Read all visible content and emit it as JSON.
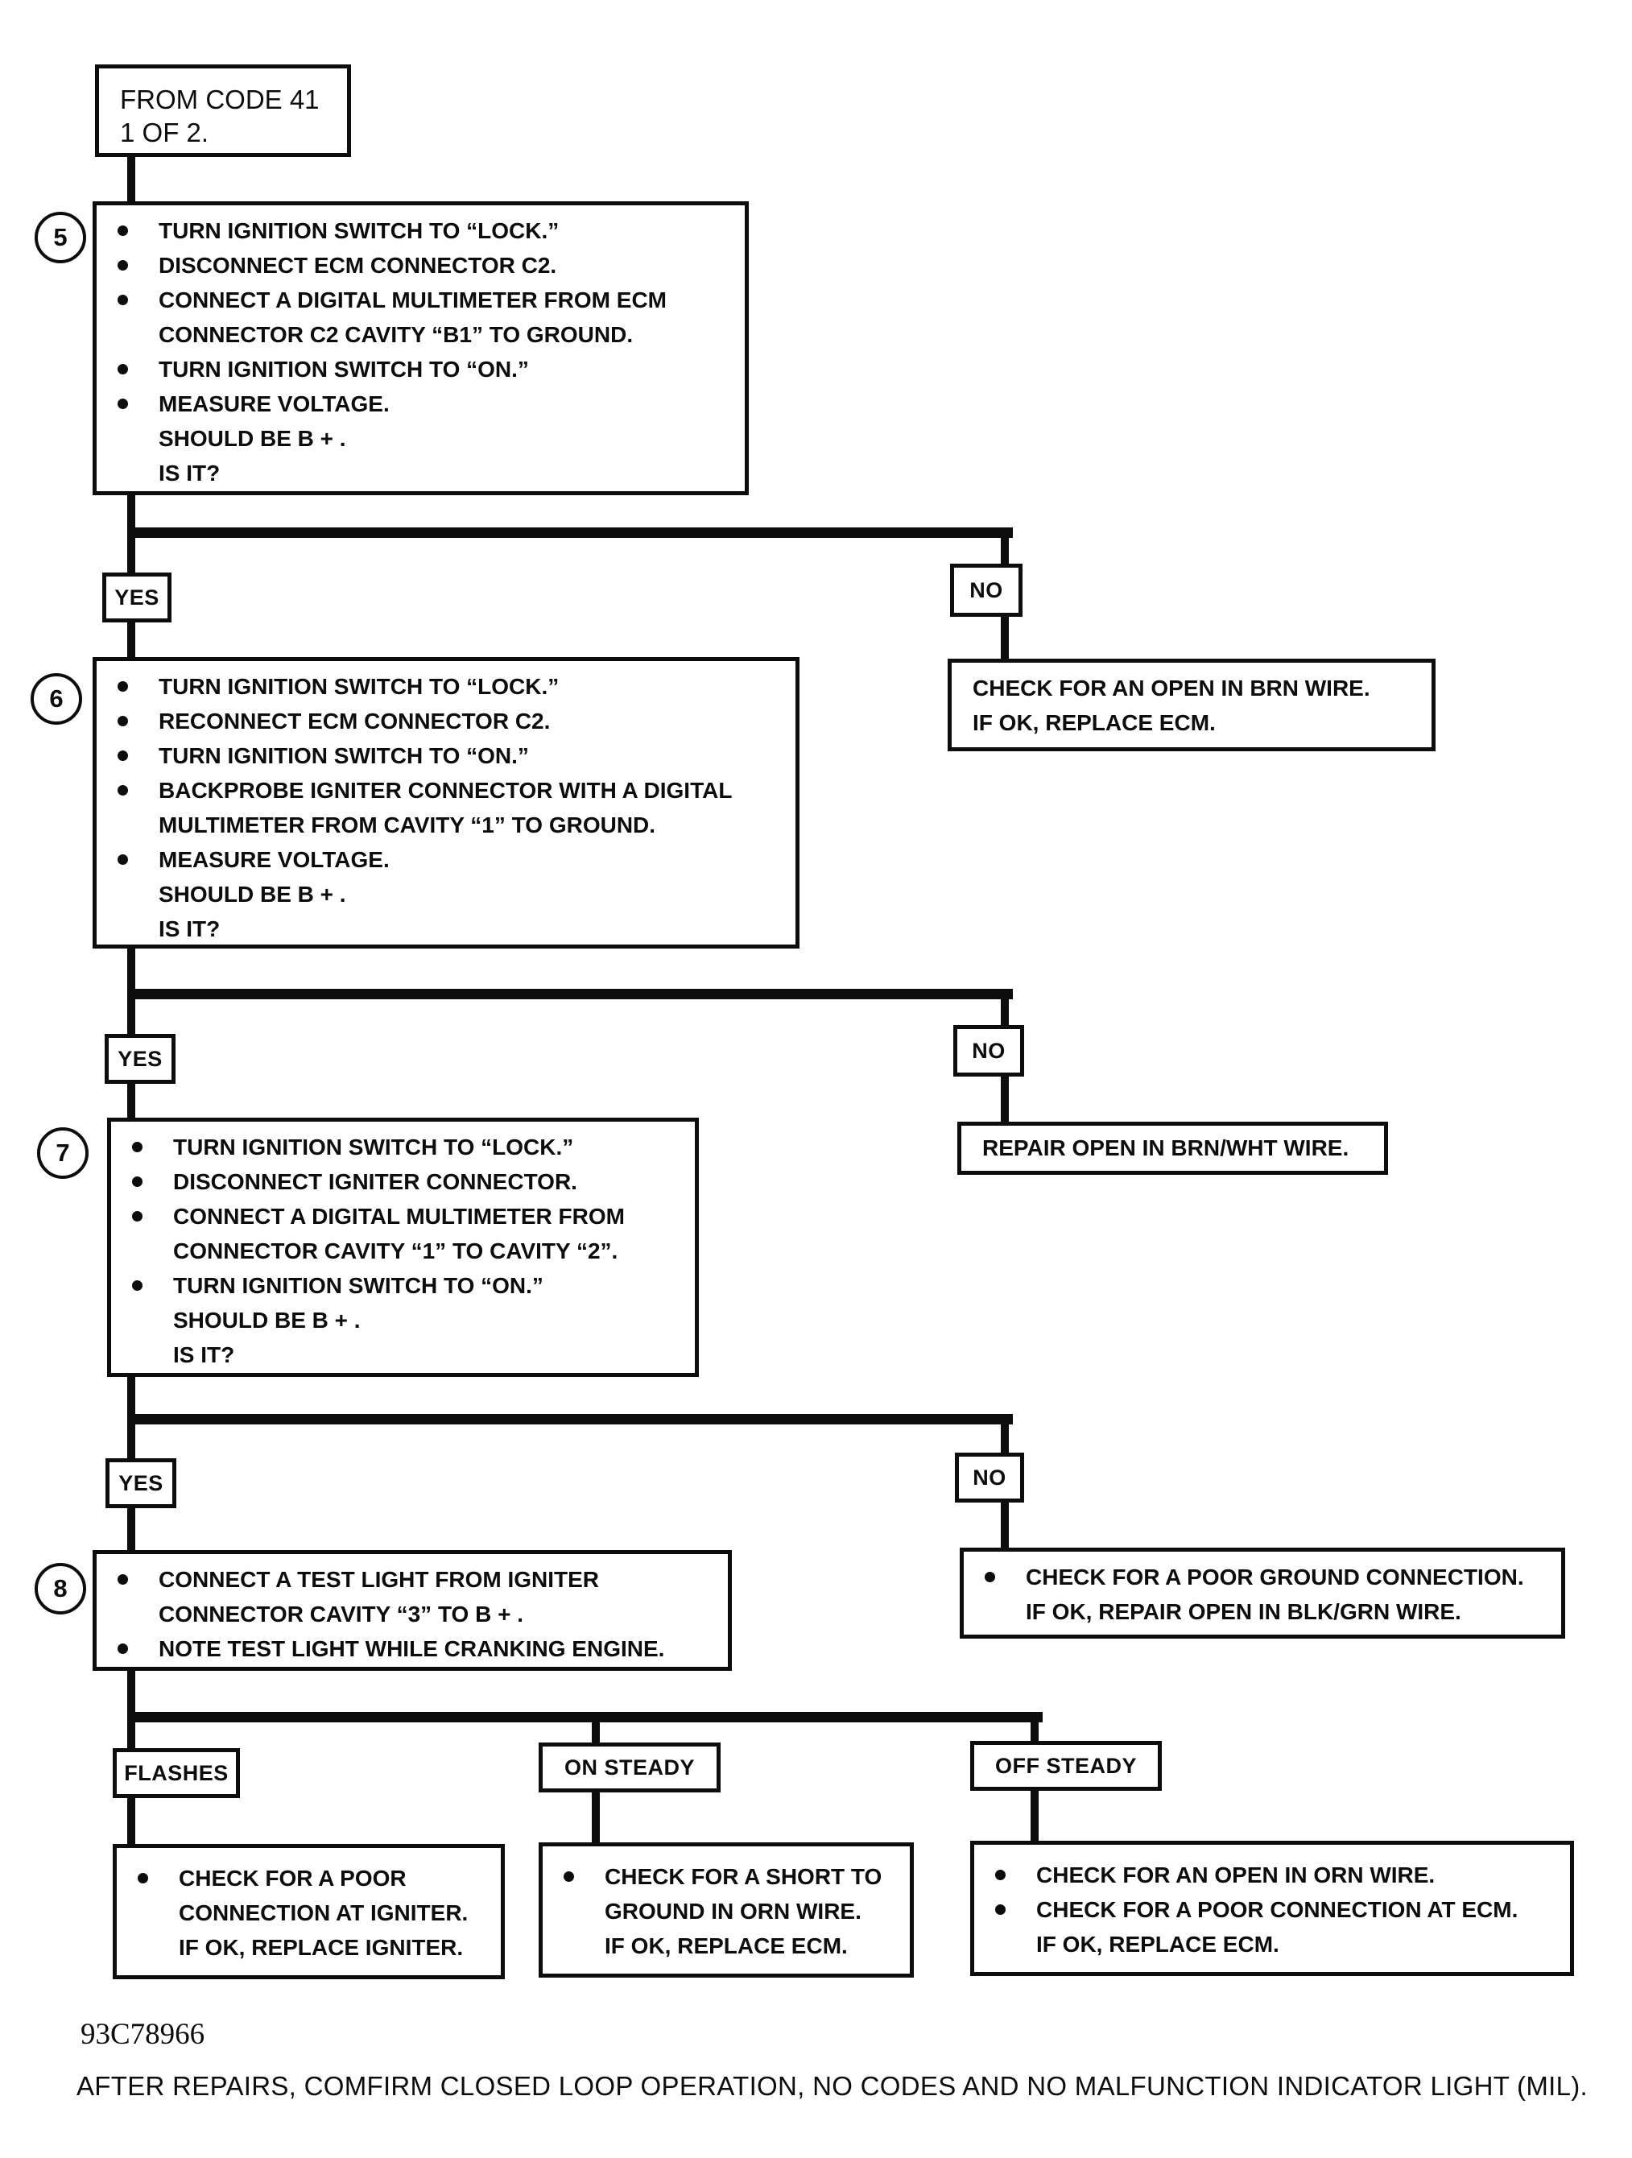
{
  "colors": {
    "ink": "#0d0d0d",
    "paper": "#ffffff"
  },
  "start": {
    "line1": "FROM CODE 41",
    "line2": "1 OF 2."
  },
  "labels": {
    "yes": "YES",
    "no": "NO",
    "flashes": "FLASHES",
    "on_steady": "ON STEADY",
    "off_steady": "OFF STEADY"
  },
  "step5": {
    "number": "5",
    "lines": [
      {
        "bullet": true,
        "text": "TURN IGNITION SWITCH TO “LOCK.”"
      },
      {
        "bullet": true,
        "text": "DISCONNECT ECM CONNECTOR C2."
      },
      {
        "bullet": true,
        "text": "CONNECT A DIGITAL MULTIMETER FROM ECM"
      },
      {
        "bullet": false,
        "text": "CONNECTOR C2 CAVITY “B1” TO GROUND."
      },
      {
        "bullet": true,
        "text": "TURN IGNITION SWITCH TO “ON.”"
      },
      {
        "bullet": true,
        "text": "MEASURE VOLTAGE."
      },
      {
        "bullet": false,
        "text": "SHOULD BE B + ."
      },
      {
        "bullet": false,
        "text": "IS IT?"
      }
    ]
  },
  "step6": {
    "number": "6",
    "lines": [
      {
        "bullet": true,
        "text": "TURN IGNITION SWITCH TO “LOCK.”"
      },
      {
        "bullet": true,
        "text": "RECONNECT ECM CONNECTOR C2."
      },
      {
        "bullet": true,
        "text": "TURN IGNITION SWITCH TO “ON.”"
      },
      {
        "bullet": true,
        "text": "BACKPROBE IGNITER CONNECTOR WITH A DIGITAL"
      },
      {
        "bullet": false,
        "text": "MULTIMETER FROM CAVITY “1” TO GROUND."
      },
      {
        "bullet": true,
        "text": "MEASURE VOLTAGE."
      },
      {
        "bullet": false,
        "text": "SHOULD BE B + ."
      },
      {
        "bullet": false,
        "text": "IS IT?"
      }
    ]
  },
  "step7": {
    "number": "7",
    "lines": [
      {
        "bullet": true,
        "text": "TURN IGNITION SWITCH TO “LOCK.”"
      },
      {
        "bullet": true,
        "text": "DISCONNECT IGNITER CONNECTOR."
      },
      {
        "bullet": true,
        "text": "CONNECT A DIGITAL MULTIMETER FROM"
      },
      {
        "bullet": false,
        "text": "CONNECTOR CAVITY “1” TO CAVITY “2”."
      },
      {
        "bullet": true,
        "text": "TURN IGNITION SWITCH TO “ON.”"
      },
      {
        "bullet": false,
        "text": "SHOULD BE B + ."
      },
      {
        "bullet": false,
        "text": "IS IT?"
      }
    ]
  },
  "step8": {
    "number": "8",
    "lines": [
      {
        "bullet": true,
        "text": "CONNECT A TEST LIGHT FROM IGNITER"
      },
      {
        "bullet": false,
        "text": "CONNECTOR CAVITY “3” TO B + ."
      },
      {
        "bullet": true,
        "text": "NOTE TEST LIGHT WHILE CRANKING ENGINE."
      }
    ]
  },
  "no1_action": {
    "lines": [
      {
        "bullet": false,
        "text": "CHECK FOR AN OPEN IN BRN WIRE."
      },
      {
        "bullet": false,
        "text": "IF OK, REPLACE ECM."
      }
    ]
  },
  "no2_action": {
    "lines": [
      {
        "bullet": false,
        "text": "REPAIR OPEN IN BRN/WHT WIRE."
      }
    ]
  },
  "no3_action": {
    "lines": [
      {
        "bullet": true,
        "text": "CHECK FOR A POOR GROUND CONNECTION."
      },
      {
        "bullet": false,
        "text": "IF OK, REPAIR OPEN IN BLK/GRN WIRE."
      }
    ]
  },
  "flashes_action": {
    "lines": [
      {
        "bullet": true,
        "text": "CHECK FOR A POOR"
      },
      {
        "bullet": false,
        "text": "CONNECTION AT IGNITER."
      },
      {
        "bullet": false,
        "text": "IF OK, REPLACE IGNITER."
      }
    ]
  },
  "on_steady_action": {
    "lines": [
      {
        "bullet": true,
        "text": "CHECK FOR A SHORT TO"
      },
      {
        "bullet": false,
        "text": "GROUND IN ORN WIRE."
      },
      {
        "bullet": false,
        "text": "IF OK, REPLACE ECM."
      }
    ]
  },
  "off_steady_action": {
    "lines": [
      {
        "bullet": true,
        "text": "CHECK FOR AN OPEN IN ORN WIRE."
      },
      {
        "bullet": true,
        "text": "CHECK FOR A POOR CONNECTION AT ECM."
      },
      {
        "bullet": false,
        "text": "IF OK, REPLACE ECM."
      }
    ]
  },
  "footer": {
    "code": "93C78966",
    "note": "AFTER REPAIRS, COMFIRM CLOSED LOOP OPERATION, NO CODES AND NO MALFUNCTION INDICATOR LIGHT (MIL)."
  }
}
